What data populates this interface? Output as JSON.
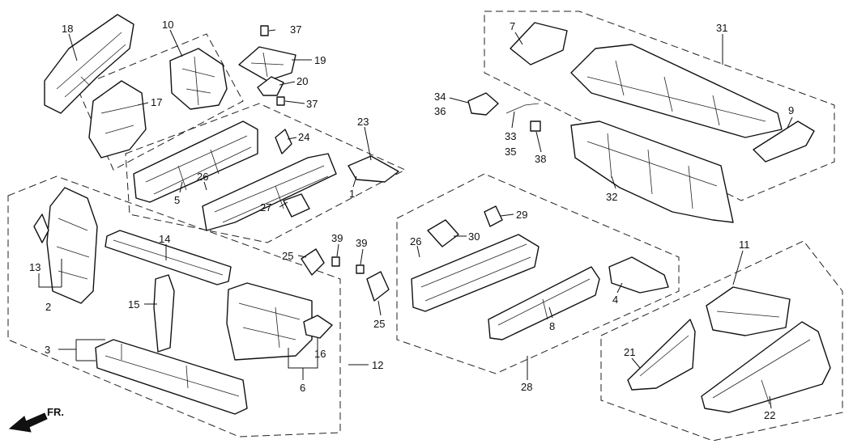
{
  "direction_indicator": {
    "label": "FR."
  },
  "callouts": [
    {
      "key": "c18",
      "text": "18"
    },
    {
      "key": "c10",
      "text": "10"
    },
    {
      "key": "c37a",
      "text": "37"
    },
    {
      "key": "c19",
      "text": "19"
    },
    {
      "key": "c20",
      "text": "20"
    },
    {
      "key": "c37b",
      "text": "37"
    },
    {
      "key": "c17",
      "text": "17"
    },
    {
      "key": "c23",
      "text": "23"
    },
    {
      "key": "c24",
      "text": "24"
    },
    {
      "key": "c26a",
      "text": "26"
    },
    {
      "key": "c5",
      "text": "5"
    },
    {
      "key": "c1",
      "text": "1"
    },
    {
      "key": "c27",
      "text": "27"
    },
    {
      "key": "c13",
      "text": "13"
    },
    {
      "key": "c2",
      "text": "2"
    },
    {
      "key": "c14",
      "text": "14"
    },
    {
      "key": "c15",
      "text": "15"
    },
    {
      "key": "c3",
      "text": "3"
    },
    {
      "key": "c25a",
      "text": "25"
    },
    {
      "key": "c39a",
      "text": "39"
    },
    {
      "key": "c39b",
      "text": "39"
    },
    {
      "key": "c25b",
      "text": "25"
    },
    {
      "key": "c16",
      "text": "16"
    },
    {
      "key": "c6",
      "text": "6"
    },
    {
      "key": "c12",
      "text": "12"
    },
    {
      "key": "c7",
      "text": "7"
    },
    {
      "key": "c31",
      "text": "31"
    },
    {
      "key": "c34",
      "text": "34"
    },
    {
      "key": "c36",
      "text": "36"
    },
    {
      "key": "c33",
      "text": "33"
    },
    {
      "key": "c35",
      "text": "35"
    },
    {
      "key": "c38",
      "text": "38"
    },
    {
      "key": "c9",
      "text": "9"
    },
    {
      "key": "c32",
      "text": "32"
    },
    {
      "key": "c29",
      "text": "29"
    },
    {
      "key": "c26b",
      "text": "26"
    },
    {
      "key": "c30",
      "text": "30"
    },
    {
      "key": "c11",
      "text": "11"
    },
    {
      "key": "c4",
      "text": "4"
    },
    {
      "key": "c8",
      "text": "8"
    },
    {
      "key": "c28",
      "text": "28"
    },
    {
      "key": "c21",
      "text": "21"
    },
    {
      "key": "c22",
      "text": "22"
    }
  ]
}
